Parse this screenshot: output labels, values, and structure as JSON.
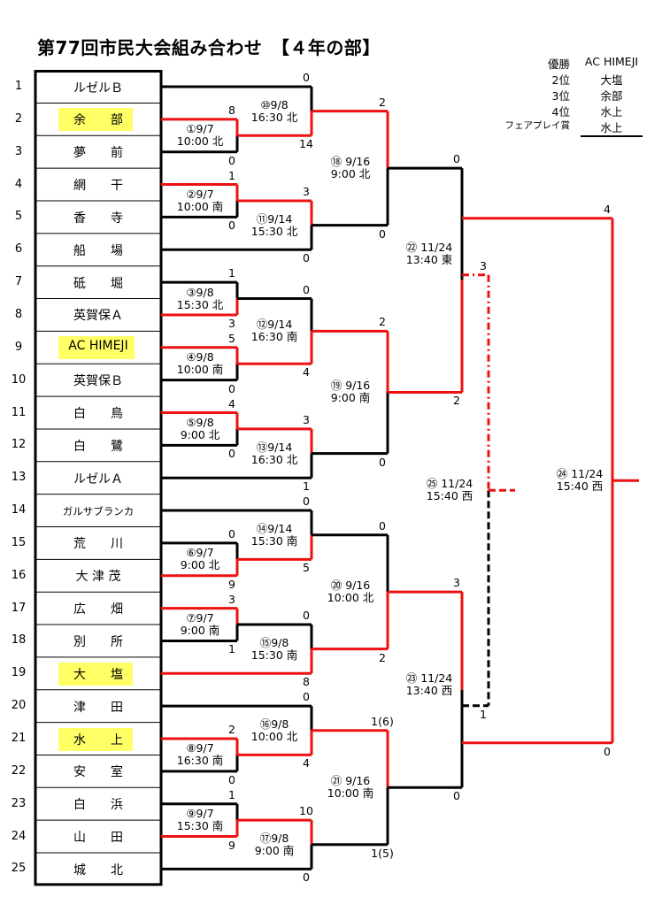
{
  "title": "第77回市民大会組み合わせ　【４年の部】",
  "rankings": [
    {
      "position": "優勝",
      "team": "AC HIMEJI"
    },
    {
      "position": "2位",
      "team": "大塩"
    },
    {
      "position": "3位",
      "team": "余部"
    },
    {
      "position": "4位",
      "team": "水上"
    },
    {
      "position": "フェアプレイ賞",
      "team": "水上"
    }
  ],
  "teams": [
    {
      "seed": "1",
      "name": "ルゼルＢ",
      "highlight": false
    },
    {
      "seed": "2",
      "name": "余　　部",
      "highlight": true
    },
    {
      "seed": "3",
      "name": "夢　　前",
      "highlight": false
    },
    {
      "seed": "4",
      "name": "網　　干",
      "highlight": false
    },
    {
      "seed": "5",
      "name": "香　　寺",
      "highlight": false
    },
    {
      "seed": "6",
      "name": "船　　場",
      "highlight": false
    },
    {
      "seed": "7",
      "name": "砥　　堀",
      "highlight": false
    },
    {
      "seed": "8",
      "name": "英賀保Ａ",
      "highlight": false
    },
    {
      "seed": "9",
      "name": "AC HIMEJI",
      "highlight": true
    },
    {
      "seed": "10",
      "name": "英賀保Ｂ",
      "highlight": false
    },
    {
      "seed": "11",
      "name": "白　　鳥",
      "highlight": false
    },
    {
      "seed": "12",
      "name": "白　　鷺",
      "highlight": false
    },
    {
      "seed": "13",
      "name": "ルゼルＡ",
      "highlight": false
    },
    {
      "seed": "14",
      "name": "ガルサブランカ",
      "highlight": false
    },
    {
      "seed": "15",
      "name": "荒　　川",
      "highlight": false
    },
    {
      "seed": "16",
      "name": "大 津 茂",
      "highlight": false
    },
    {
      "seed": "17",
      "name": "広　　畑",
      "highlight": false
    },
    {
      "seed": "18",
      "name": "別　　所",
      "highlight": false
    },
    {
      "seed": "19",
      "name": "大　　塩",
      "highlight": true
    },
    {
      "seed": "20",
      "name": "津　　田",
      "highlight": false
    },
    {
      "seed": "21",
      "name": "水　　上",
      "highlight": true
    },
    {
      "seed": "22",
      "name": "安　　室",
      "highlight": false
    },
    {
      "seed": "23",
      "name": "白　　浜",
      "highlight": false
    },
    {
      "seed": "24",
      "name": "山　　田",
      "highlight": false
    },
    {
      "seed": "25",
      "name": "城　　北",
      "highlight": false
    }
  ],
  "matches": [
    {
      "label": "①9/7\n10:00 北",
      "score_top": "8",
      "score_bottom": "0",
      "winner": "top"
    },
    {
      "label": "②9/7\n10:00 南",
      "score_top": "1",
      "score_bottom": "0",
      "winner": "top"
    },
    {
      "label": "③9/8\n15:30 北",
      "score_top": "1",
      "score_bottom": "3",
      "winner": "bottom"
    },
    {
      "label": "④9/8\n10:00 南",
      "score_top": "5",
      "score_bottom": "0",
      "winner": "top"
    },
    {
      "label": "⑤9/8\n9:00 北",
      "score_top": "4",
      "score_bottom": "0",
      "winner": "top"
    },
    {
      "label": "⑥9/7\n9:00 北",
      "score_top": "0",
      "score_bottom": "9",
      "winner": "bottom"
    },
    {
      "label": "⑦9/7\n9:00 南",
      "score_top": "3",
      "score_bottom": "1",
      "winner": "top"
    },
    {
      "label": "⑧9/7\n16:30 南",
      "score_top": "2",
      "score_bottom": "0",
      "winner": "top"
    },
    {
      "label": "⑨9/7\n15:30 南",
      "score_top": "1",
      "score_bottom": "9",
      "winner": "bottom"
    },
    {
      "label": "⑩9/8\n16:30 北",
      "score_top": "0",
      "score_bottom": "14",
      "winner": "bottom"
    },
    {
      "label": "⑪9/14\n15:30 北",
      "score_top": "3",
      "score_bottom": "0",
      "winner": "top"
    },
    {
      "label": "⑫9/14\n16:30 南",
      "score_top": "0",
      "score_bottom": "4",
      "winner": "bottom"
    },
    {
      "label": "⑬9/14\n16:30 北",
      "score_top": "3",
      "score_bottom": "1",
      "winner": "top"
    },
    {
      "label": "⑭9/14\n15:30 南",
      "score_top": "0",
      "score_bottom": "5",
      "winner": "bottom"
    },
    {
      "label": "⑮9/8\n15:30 南",
      "score_top": "0",
      "score_bottom": "8",
      "winner": "bottom"
    },
    {
      "label": "⑯9/8\n10:00 北",
      "score_top": "0",
      "score_bottom": "4",
      "winner": "bottom"
    },
    {
      "label": "⑰9/8\n9:00 南",
      "score_top": "10",
      "score_bottom": "0",
      "winner": "top"
    },
    {
      "label": "⑱ 9/16\n9:00 北",
      "score_top": "2",
      "score_bottom": "0",
      "winner": "top"
    },
    {
      "label": "⑲ 9/16\n9:00 南",
      "score_top": "2",
      "score_bottom": "0",
      "winner": "top"
    },
    {
      "label": "⑳ 9/16\n10:00 北",
      "score_top": "0",
      "score_bottom": "2",
      "winner": "bottom"
    },
    {
      "label": "㉑ 9/16\n10:00 南",
      "score_top": "1(6)",
      "score_bottom": "1(5)",
      "winner": "top"
    },
    {
      "label": "㉒ 11/24\n13:40 東",
      "score_top": "0",
      "score_bottom": "2",
      "winner": "bottom"
    },
    {
      "label": "㉓ 11/24\n13:40 西",
      "score_top": "3",
      "score_bottom": "0",
      "winner": "top"
    },
    {
      "label": "㉔ 11/24\n15:40 西",
      "score_top": "4",
      "score_bottom": "0",
      "winner": "top"
    },
    {
      "label": "㉕ 11/24\n15:40 西",
      "score_top": "3",
      "score_bottom": "1",
      "winner": "top"
    }
  ]
}
